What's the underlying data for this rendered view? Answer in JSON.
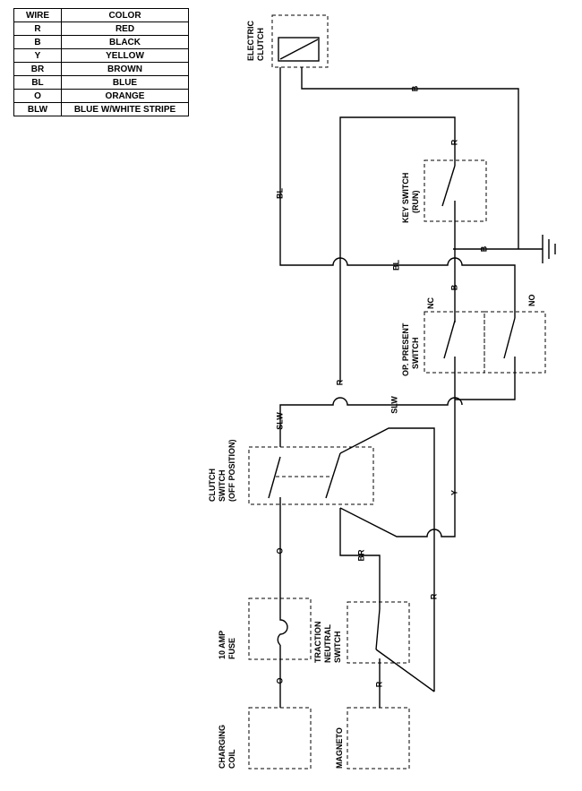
{
  "legend": {
    "headers": [
      "WIRE",
      "COLOR"
    ],
    "rows": [
      {
        "wire": "R",
        "color": "RED"
      },
      {
        "wire": "B",
        "color": "BLACK"
      },
      {
        "wire": "Y",
        "color": "YELLOW"
      },
      {
        "wire": "BR",
        "color": "BROWN"
      },
      {
        "wire": "BL",
        "color": "BLUE"
      },
      {
        "wire": "O",
        "color": "ORANGE"
      },
      {
        "wire": "BLW",
        "color": "BLUE W/WHITE STRIPE"
      }
    ]
  },
  "components": {
    "electric_clutch": [
      "ELECTRIC",
      "CLUTCH"
    ],
    "key_switch": [
      "KEY SWITCH",
      "(RUN)"
    ],
    "op_present_switch": [
      "OP. PRESENT",
      "SWITCH"
    ],
    "clutch_switch": [
      "CLUTCH",
      "SWITCH",
      "(OFF POSITION)"
    ],
    "fuse": [
      "10 AMP",
      "FUSE"
    ],
    "traction_neutral_switch": [
      "TRACTION",
      "NEUTRAL",
      "SWITCH"
    ],
    "charging_coil": [
      "CHARGING",
      "COIL"
    ],
    "magneto": [
      "MAGNETO"
    ],
    "nc_label": "NC",
    "no_label": "NO"
  },
  "wire_labels": {
    "b_clutch": "B",
    "r_key": "R",
    "bl_left": "BL",
    "b_ground": "B",
    "bl_mid": "BL",
    "b_op": "B",
    "r_mid": "R",
    "slw_left": "SLW",
    "slw_right": "SLW",
    "y_lower": "Y",
    "o_upper": "O",
    "br": "BR",
    "r_lower": "R",
    "o_lower": "O",
    "r_magneto": "R"
  }
}
